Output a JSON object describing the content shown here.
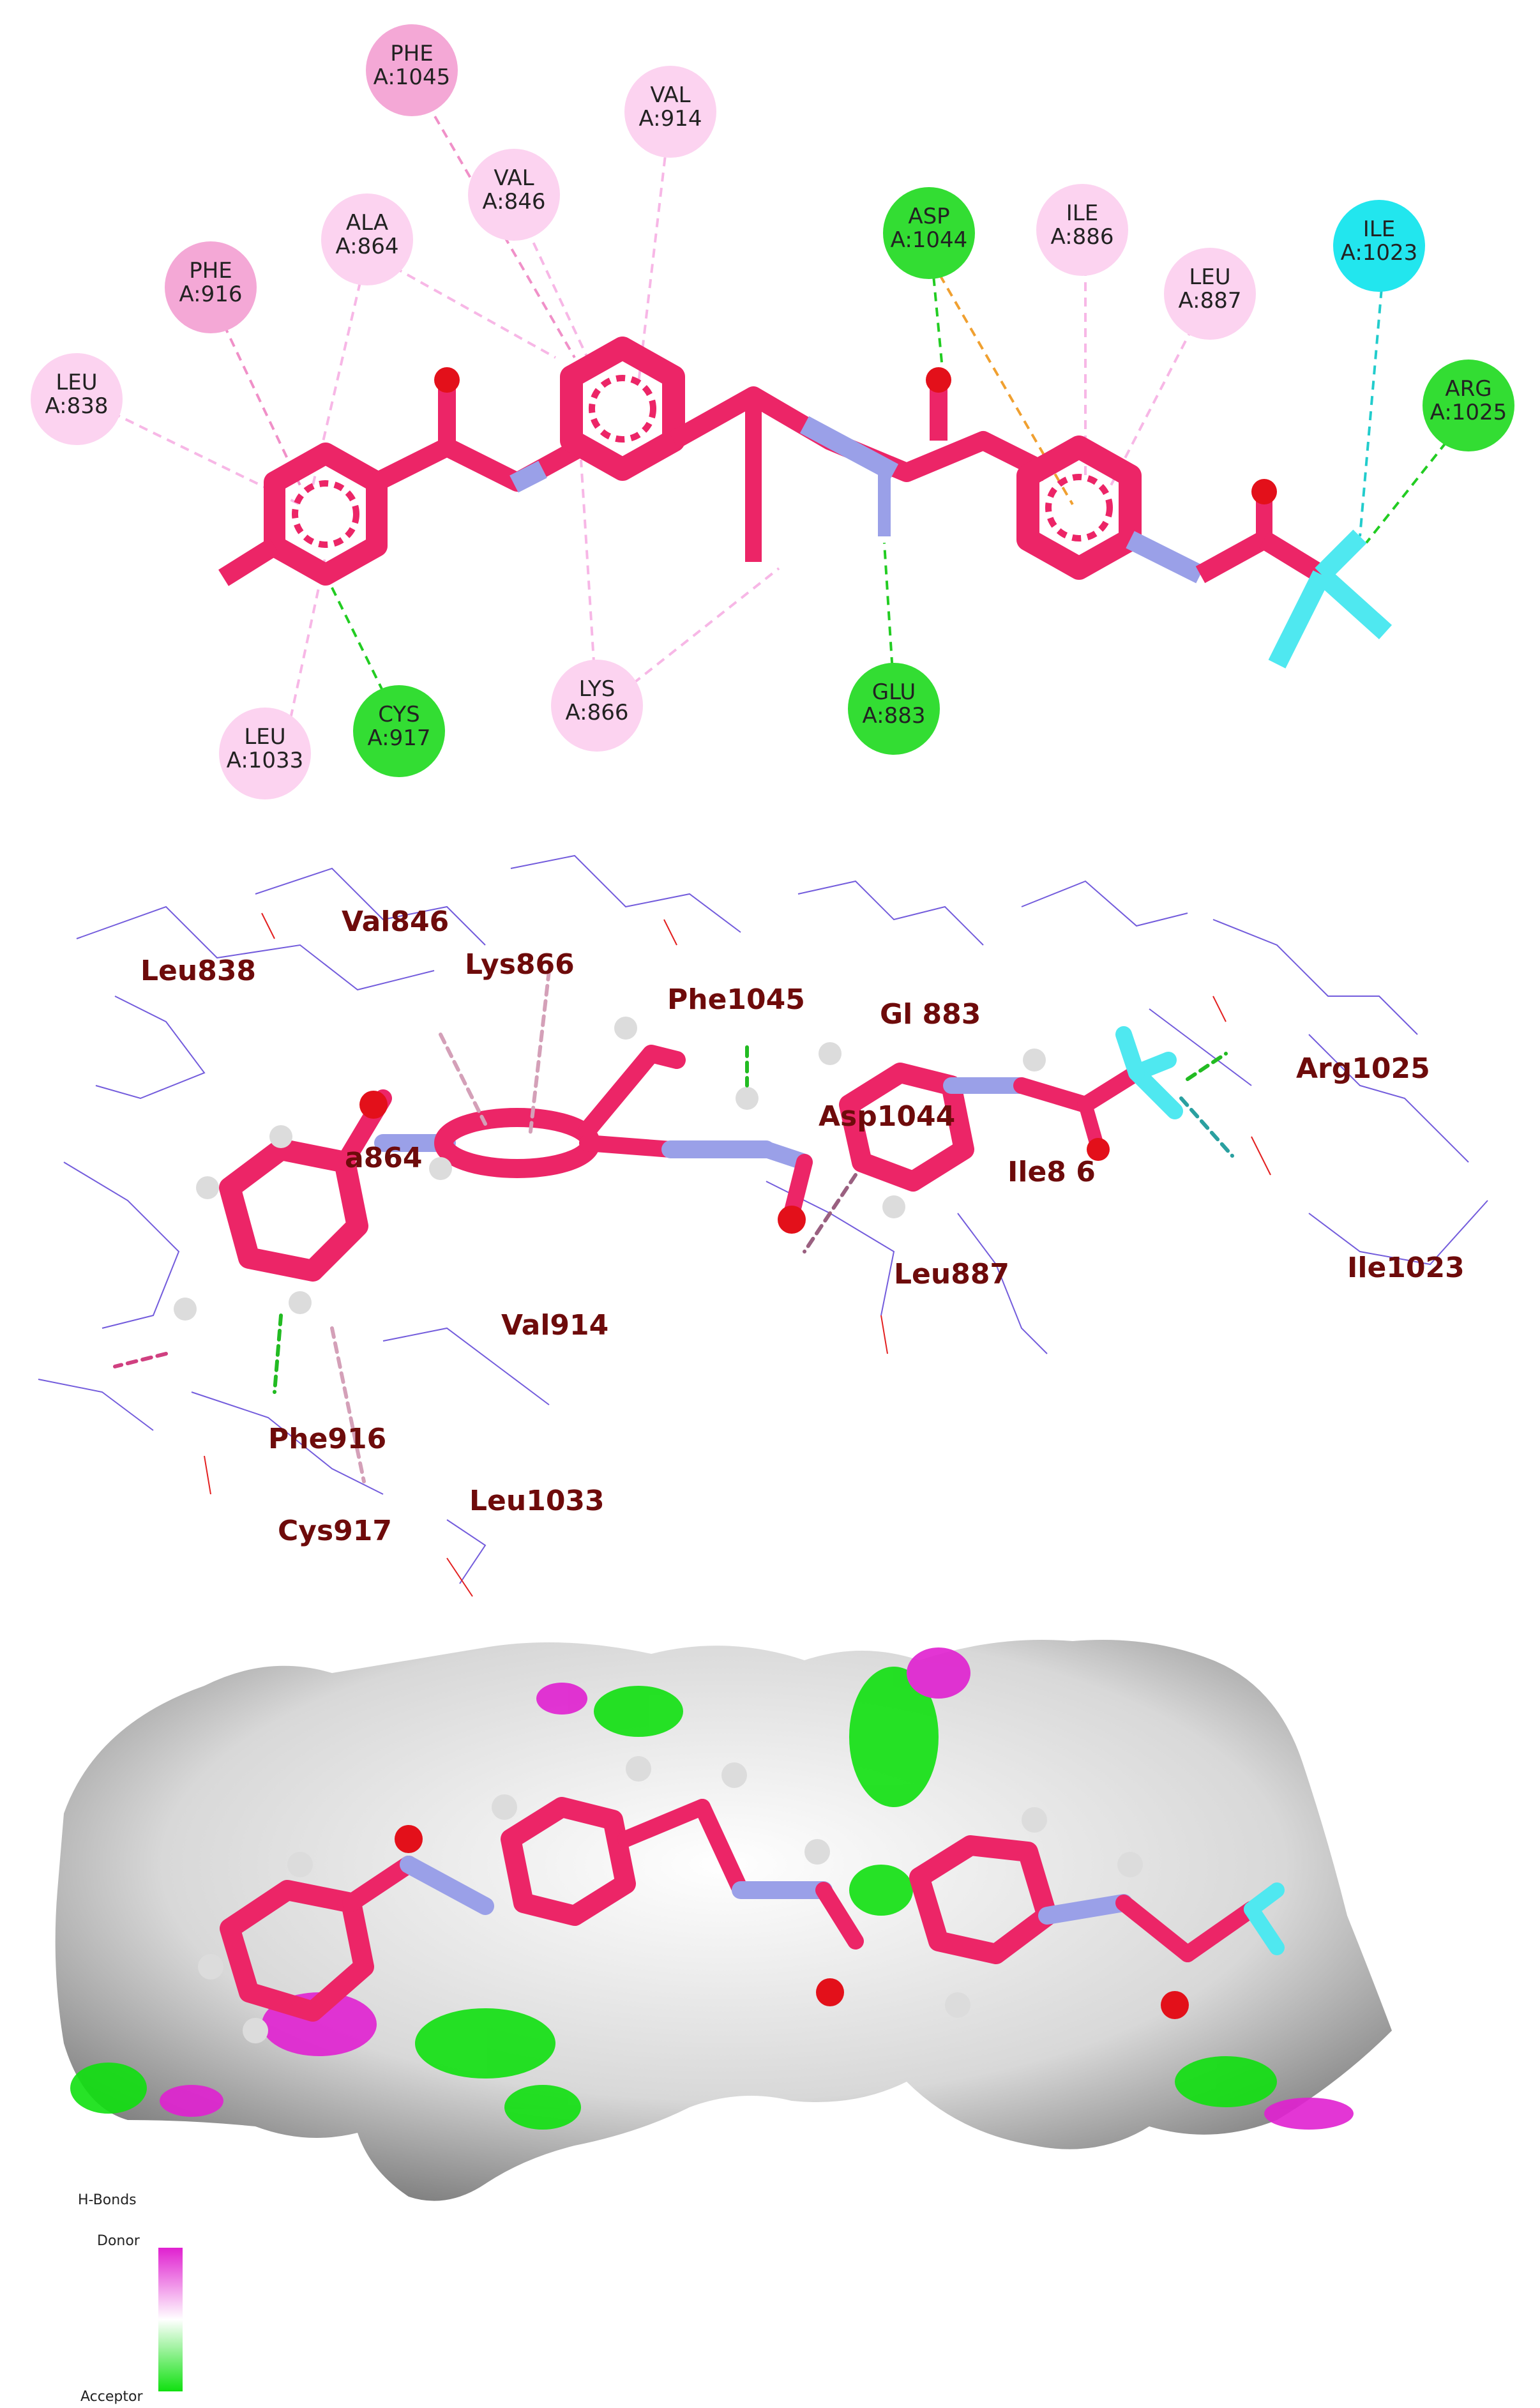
{
  "panel_a": {
    "residues": [
      {
        "name": "PHE",
        "chain_id": "A:1045",
        "color": "#f4a8d6"
      },
      {
        "name": "VAL",
        "chain_id": "A:914",
        "color": "#fcd3f0"
      },
      {
        "name": "VAL",
        "chain_id": "A:846",
        "color": "#fcd3f0"
      },
      {
        "name": "ALA",
        "chain_id": "A:864",
        "color": "#fcd3f0"
      },
      {
        "name": "PHE",
        "chain_id": "A:916",
        "color": "#f4a8d6"
      },
      {
        "name": "LEU",
        "chain_id": "A:838",
        "color": "#fcd3f0"
      },
      {
        "name": "ASP",
        "chain_id": "A:1044",
        "color": "#33dd33"
      },
      {
        "name": "ILE",
        "chain_id": "A:886",
        "color": "#fcd3f0"
      },
      {
        "name": "LEU",
        "chain_id": "A:887",
        "color": "#fcd3f0"
      },
      {
        "name": "ILE",
        "chain_id": "A:1023",
        "color": "#22e6ee"
      },
      {
        "name": "ARG",
        "chain_id": "A:1025",
        "color": "#33dd33"
      },
      {
        "name": "LEU",
        "chain_id": "A:1033",
        "color": "#fcd3f0"
      },
      {
        "name": "CYS",
        "chain_id": "A:917",
        "color": "#33dd33"
      },
      {
        "name": "LYS",
        "chain_id": "A:866",
        "color": "#fcd3f0"
      },
      {
        "name": "GLU",
        "chain_id": "A:883",
        "color": "#33dd33"
      }
    ]
  },
  "panel_b": {
    "labels": [
      "Val846",
      "Leu838",
      "Lys866",
      "Phe1045",
      "Gl 883",
      "Arg1025",
      "Asp1044",
      "Ile8 6",
      "a864",
      "Val914",
      "Leu887",
      "Ile1023",
      "Phe916",
      "Leu1033",
      "Cys917"
    ]
  },
  "panel_c": {
    "legend": {
      "title": "H-Bonds",
      "top_label": "Donor",
      "bottom_label": "Acceptor",
      "colors": {
        "donor": "#e020d0",
        "acceptor": "#10e010"
      }
    }
  },
  "colors": {
    "ligand_carbon": "#ec2567",
    "nitrogen": "#9aa0e8",
    "oxygen": "#e3101a",
    "fluorine": "#4fe8f0",
    "hydrogen": "#dcdcdc"
  }
}
